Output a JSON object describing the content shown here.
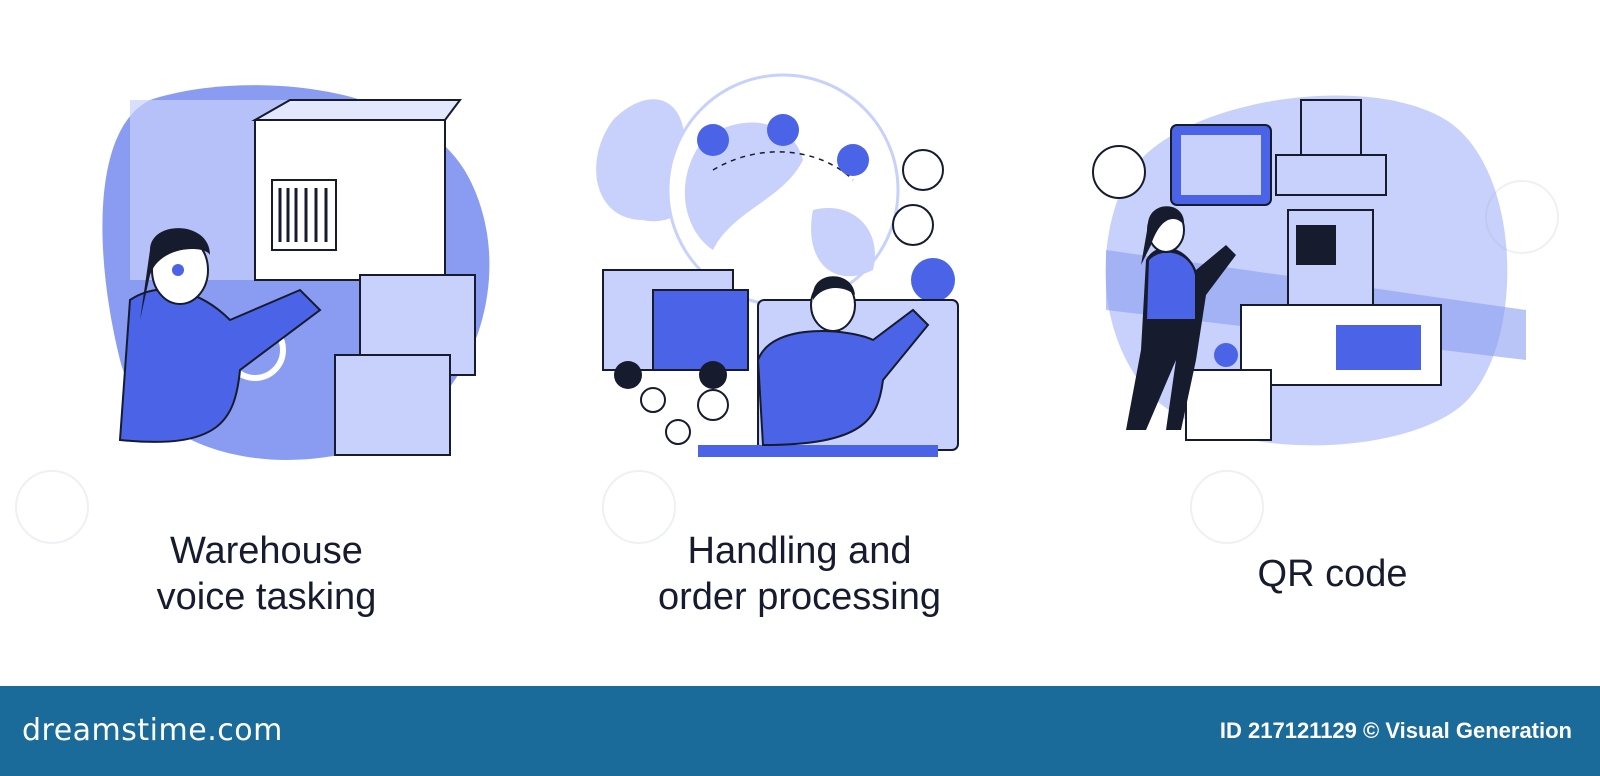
{
  "panels": [
    {
      "caption_lines": [
        "Warehouse",
        "voice tasking"
      ]
    },
    {
      "caption_lines": [
        "Handling and",
        "order processing"
      ]
    },
    {
      "caption_lines": [
        "QR code"
      ]
    }
  ],
  "footer": {
    "logo": "dreamstime.com",
    "credit": "ID 217121129 © Visual Generation"
  },
  "colors": {
    "accent_blue": "#4b63e6",
    "light_blue": "#c7d1fb",
    "mid_blue": "#8a9cf2",
    "outline": "#161b2e",
    "footer_bg": "#1a6a9a"
  }
}
